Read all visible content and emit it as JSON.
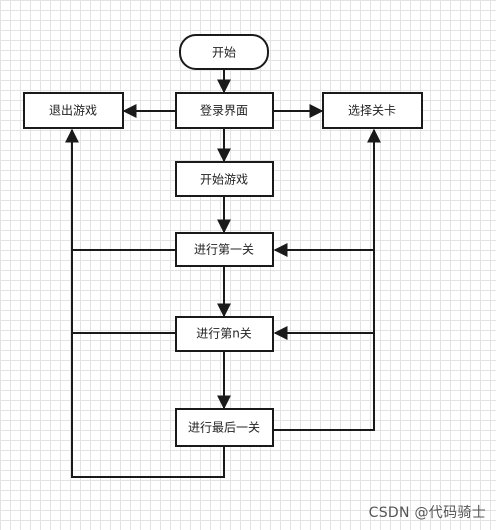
{
  "nodes": {
    "start": "开始",
    "login": "登录界面",
    "exit": "退出游戏",
    "select_level": "选择关卡",
    "start_game": "开始游戏",
    "level_1": "进行第一关",
    "level_n": "进行第n关",
    "last_level": "进行最后一关"
  },
  "watermark": "CSDN @代码骑士",
  "colors": {
    "stroke": "#1a1a1a",
    "fill": "#ffffff",
    "grid": "#e3e3e3"
  }
}
